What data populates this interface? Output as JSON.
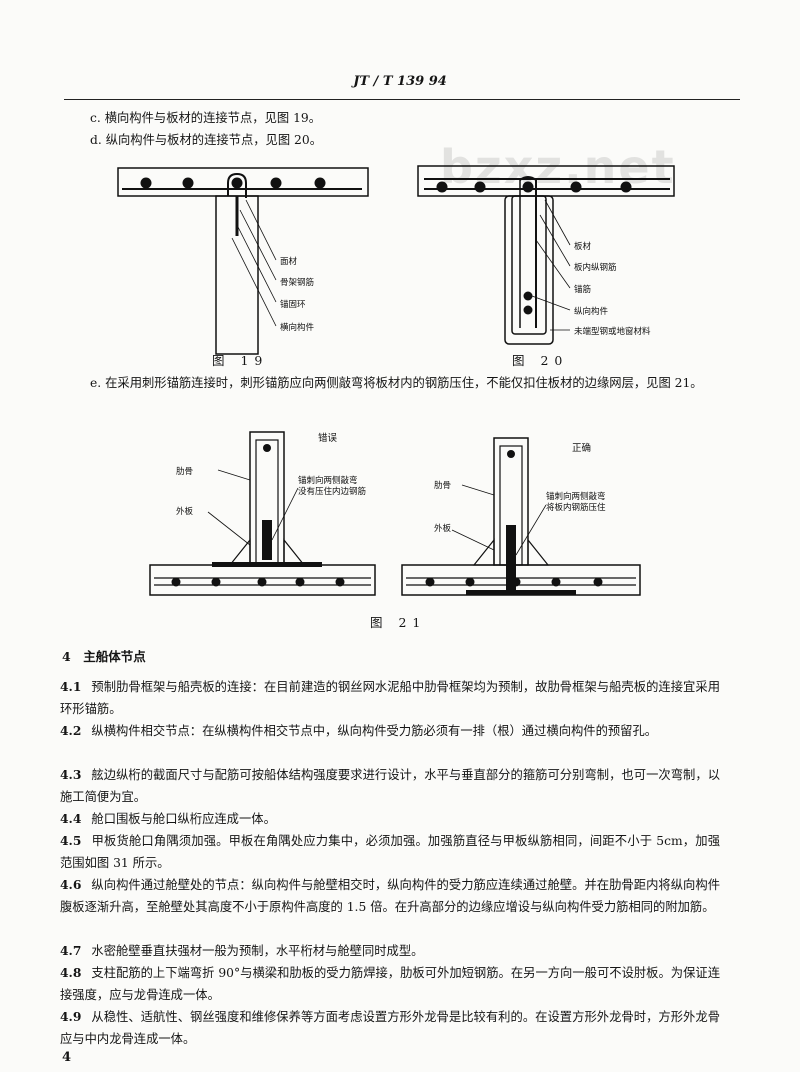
{
  "header": "JT / T 139 94",
  "intro_items": [
    "c. 横向构件与板材的连接节点，见图 19。",
    "d. 纵向构件与板材的连接节点，见图 20。"
  ],
  "fig19": {
    "labels": [
      "面材",
      "骨架钢筋",
      "锚固环",
      "横向构件"
    ],
    "caption": "图 19"
  },
  "fig20": {
    "labels": [
      "板材",
      "板内纵钢筋",
      "锚筋",
      "纵向构件",
      "未端型钢或地窗材料"
    ],
    "caption": "图 20"
  },
  "para_e": "e. 在采用刺形锚筋连接时，刺形锚筋应向两侧敲弯将板材内的钢筋压住，不能仅扣住板材的边缘网层，见图 21。",
  "fig21": {
    "left_labels": [
      "错误",
      "肋骨",
      "外板",
      "锚刺向两侧敲弯\n没有压住内边钢筋"
    ],
    "right_labels": [
      "正确",
      "肋骨",
      "外板",
      "锚刺向两侧敲弯\n将板内钢筋压住"
    ],
    "caption": "图 21"
  },
  "section_title": "4　主船体节点",
  "paragraphs": [
    {
      "num": "4.1",
      "text": "预制肋骨框架与船壳板的连接：在目前建造的钢丝网水泥船中肋骨框架均为预制，故肋骨框架与船壳板的连接宜采用环形锚筋。"
    },
    {
      "num": "4.2",
      "text": "纵横构件相交节点：在纵横构件相交节点中，纵向构件受力筋必须有一排（根）通过横向构件的预留孔。"
    },
    {
      "num": "4.3",
      "text": "舷边纵桁的截面尺寸与配筋可按船体结构强度要求进行设计，水平与垂直部分的箍筋可分别弯制，也可一次弯制，以施工简便为宜。"
    },
    {
      "num": "4.4",
      "text": "舱口围板与舱口纵桁应连成一体。"
    },
    {
      "num": "4.5",
      "text": "甲板货舱口角隅须加强。甲板在角隅处应力集中，必须加强。加强筋直径与甲板纵筋相同，间距不小于 5cm，加强范围如图 31 所示。"
    },
    {
      "num": "4.6",
      "text": "纵向构件通过舱壁处的节点：纵向构件与舱壁相交时，纵向构件的受力筋应连续通过舱壁。并在肋骨距内将纵向构件腹板逐渐升高，至舱壁处其高度不小于原构件高度的 1.5 倍。在升高部分的边缘应增设与纵向构件受力筋相同的附加筋。"
    },
    {
      "num": "4.7",
      "text": "水密舱壁垂直扶强材一般为预制，水平桁材与舱壁同时成型。"
    },
    {
      "num": "4.8",
      "text": "支柱配筋的上下端弯折 90°与横梁和肋板的受力筋焊接，肋板可外加短钢筋。在另一方向一般可不设肘板。为保证连接强度，应与龙骨连成一体。"
    },
    {
      "num": "4.9",
      "text": "从稳性、适航性、钢丝强度和维修保养等方面考虑设置方形外龙骨是比较有利的。在设置方形外龙骨时，方形外龙骨应与中内龙骨连成一体。"
    }
  ],
  "watermark": "bzxz.net",
  "page_number": "4"
}
